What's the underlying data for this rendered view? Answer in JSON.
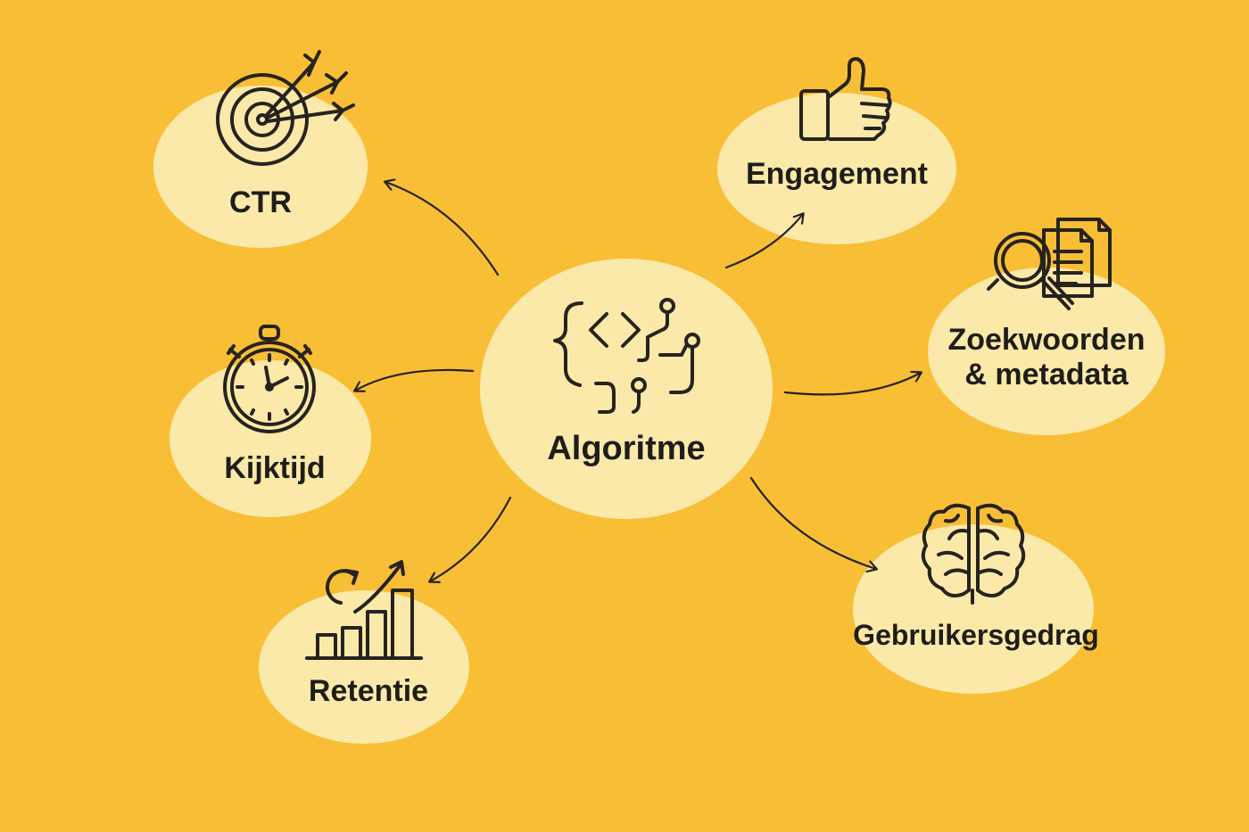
{
  "center": {
    "label": "Algoritme",
    "icon": "code-circuit-icon"
  },
  "nodes": [
    {
      "id": "ctr",
      "label": "CTR",
      "icon": "target-arrows-icon"
    },
    {
      "id": "engagement",
      "label": "Engagement",
      "icon": "thumbs-up-icon"
    },
    {
      "id": "kijktijd",
      "label": "Kijktijd",
      "icon": "stopwatch-icon"
    },
    {
      "id": "zoekwoorden",
      "label_line1": "Zoekwoorden",
      "label_line2": "& metadata",
      "icon": "magnifier-documents-icon"
    },
    {
      "id": "retentie",
      "label": "Retentie",
      "icon": "growth-bar-chart-icon"
    },
    {
      "id": "gebruikersgedrag",
      "label": "Gebruikersgedrag",
      "icon": "brain-icon"
    }
  ],
  "colors": {
    "background": "#f8be36",
    "bubble": "#fae9a8",
    "ink": "#26231f"
  }
}
